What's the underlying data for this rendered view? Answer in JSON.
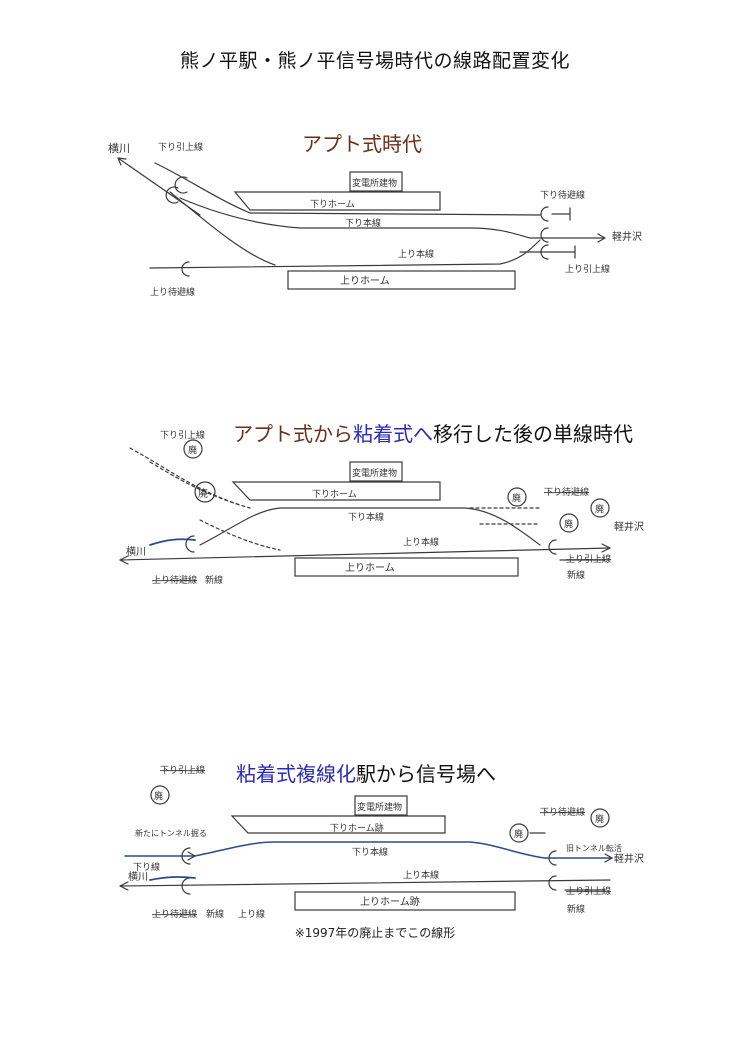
{
  "title": "熊ノ平駅・熊ノ平信号場時代の線路配置変化",
  "section1": {
    "heading": "アプト式時代",
    "labels": {
      "yokokawa": "横川",
      "kudari_hikiage": "下り引上線",
      "hendensho": "変電所建物",
      "kudari_home": "下りホーム",
      "kudari_honsen": "下り本線",
      "nobori_honsen": "上り本線",
      "nobori_home": "上りホーム",
      "nobori_taihi": "上り待避線",
      "kudari_taihi": "下り待避線",
      "karuizawa": "軽井沢",
      "nobori_hikiage": "上り引上線"
    }
  },
  "section2": {
    "heading_part1": "アプト式から",
    "heading_part2": "粘着式へ",
    "heading_part3": "移行した後の単線時代",
    "labels": {
      "kudari_hikiage": "下り引上線",
      "hai": "廃",
      "hendensho": "変電所建物",
      "kudari_home": "下りホーム",
      "kudari_honsen": "下り本線",
      "nobori_honsen": "上り本線",
      "nobori_home": "上りホーム",
      "yokokawa": "横川",
      "nobori_taihi": "上り待避線",
      "shinsen": "新線",
      "kudari_taihi": "下り待避線",
      "karuizawa": "軽井沢",
      "nobori_hikiage": "上り引上線"
    }
  },
  "section3": {
    "heading_part1": "粘着式複線化",
    "heading_part2": "駅から信号場へ",
    "labels": {
      "kudari_hikiage": "下り引上線",
      "hai": "廃",
      "hendensho": "変電所建物",
      "kudari_home": "下りホーム跡",
      "kudari_honsen": "下り本線",
      "nobori_honsen": "上り本線",
      "nobori_home": "上りホーム跡",
      "new_tunnel": "新たにトンネル掘る",
      "kudari": "下り線",
      "yokokawa": "横川",
      "nobori_taihi": "上り待避線",
      "shinsen": "新線",
      "noborisen": "上り線",
      "kudari_taihi": "下り待避線",
      "old_tunnel": "旧トンネル転活",
      "karuizawa": "軽井沢",
      "nobori_hikiage": "上り引上線"
    },
    "note": "※1997年の廃止までこの線形"
  }
}
